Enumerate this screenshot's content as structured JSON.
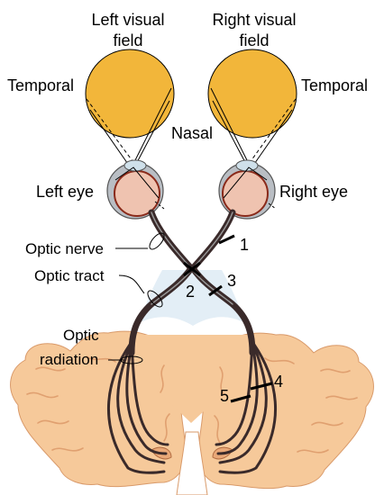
{
  "labels": {
    "left_field_line1": "Left visual",
    "left_field_line2": "field",
    "right_field_line1": "Right visual",
    "right_field_line2": "field",
    "temporal_left": "Temporal",
    "temporal_right": "Temporal",
    "nasal": "Nasal",
    "left_eye": "Left eye",
    "right_eye": "Right eye",
    "optic_nerve": "Optic nerve",
    "optic_tract": "Optic tract",
    "optic_radiation_line1": "Optic",
    "optic_radiation_line2": "radiation"
  },
  "lesions": [
    "1",
    "2",
    "3",
    "4",
    "5"
  ],
  "colors": {
    "visual_field": "#f2b63a",
    "brain": "#f6c99a",
    "brain_fold": "#e9a878",
    "chiasm_area": "#e3eef6",
    "eye_outer": "#b9bec4",
    "eye_inner": "#efc3b0",
    "nerve": "#3a2a2a",
    "retina": "#8a2a1a"
  }
}
